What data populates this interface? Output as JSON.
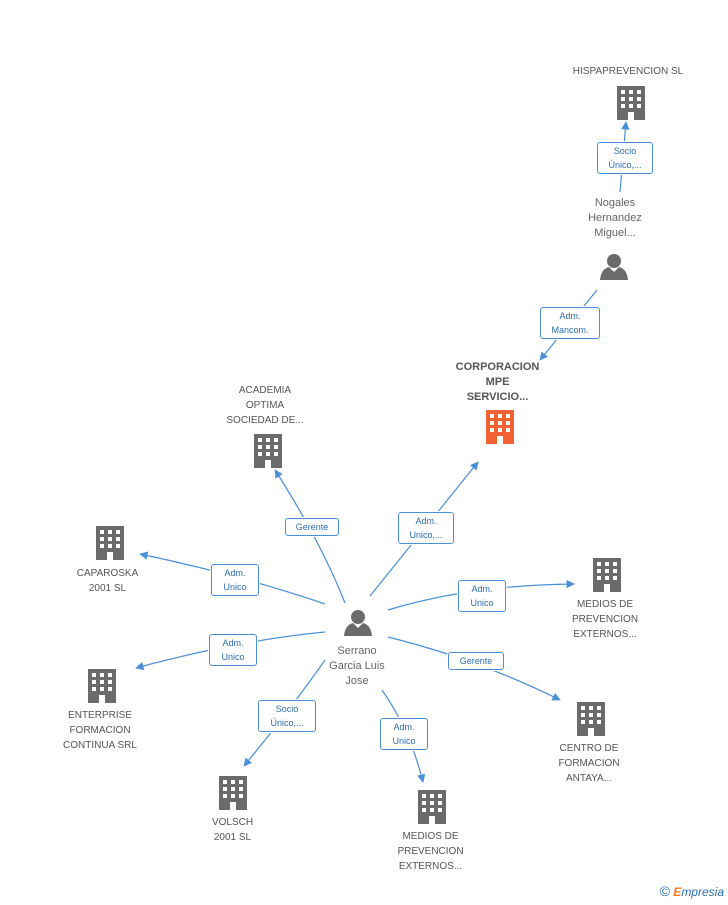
{
  "nodes": {
    "hispaprevencion": {
      "label": "HISPAPREVENCION SL"
    },
    "nogales": {
      "label": "Nogales\nHernandez\nMiguel..."
    },
    "corporacion": {
      "label": "CORPORACION\nMPE\nSERVICIO..."
    },
    "academia": {
      "label": "ACADEMIA\nOPTIMA\nSOCIEDAD DE..."
    },
    "caparoska": {
      "label": "CAPAROSKA\n2001 SL"
    },
    "enterprise": {
      "label": "ENTERPRISE\nFORMACION\nCONTINUA SRL"
    },
    "volsch": {
      "label": "VOLSCH\n2001  SL"
    },
    "medios_bottom": {
      "label": "MEDIOS DE\nPREVENCION\nEXTERNOS..."
    },
    "medios_right": {
      "label": "MEDIOS DE\nPREVENCION\nEXTERNOS..."
    },
    "centro": {
      "label": "CENTRO DE\nFORMACION\nANTAYA..."
    },
    "serrano": {
      "label": "Serrano\nGarcia Luis\nJose"
    }
  },
  "relations": {
    "nog_hisp": "Socio\nÚnico,...",
    "nog_corp": "Adm.\nMancom.",
    "ser_corp": "Adm.\nUnico,...",
    "ser_acad": "Gerente",
    "ser_capa": "Adm.\nUnico",
    "ser_ent": "Adm.\nUnico",
    "ser_vol": "Socio\nÚnico,...",
    "ser_medb": "Adm.\nUnico",
    "ser_medr": "Adm.\nUnico",
    "ser_cen": "Gerente"
  },
  "colors": {
    "building": "#6b6b6b",
    "building_highlight": "#f26131",
    "person": "#6b6b6b",
    "edge": "#4a90d9"
  },
  "watermark": {
    "symbol": "©",
    "brand_first": "E",
    "brand_rest": "mpresia"
  }
}
